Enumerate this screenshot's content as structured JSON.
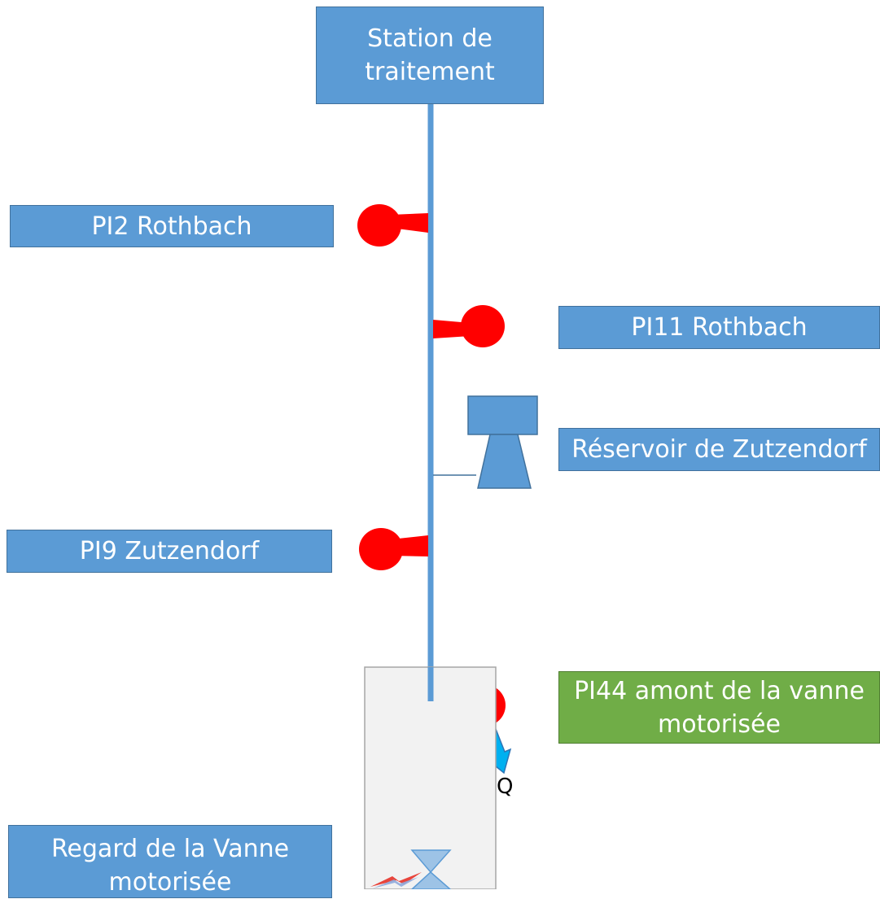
{
  "nodes": {
    "station": "Station de traitement",
    "pi2": "PI2 Rothbach",
    "pi11": "PI11 Rothbach",
    "reservoir": "Réservoir de Zutzendorf",
    "pi9": "PI9 Zutzendorf",
    "pi44": "PI44 amont de la vanne motorisée",
    "regard": "Regard de la Vanne motorisée"
  },
  "flow_label": "Q",
  "colors": {
    "node_fill": "#5b9bd5",
    "node_border": "#41719c",
    "highlight_fill": "#70ad47",
    "pipe": "#5b9bd5",
    "pressure_point": "#ff0000",
    "flow_arrow": "#00b0f0"
  }
}
